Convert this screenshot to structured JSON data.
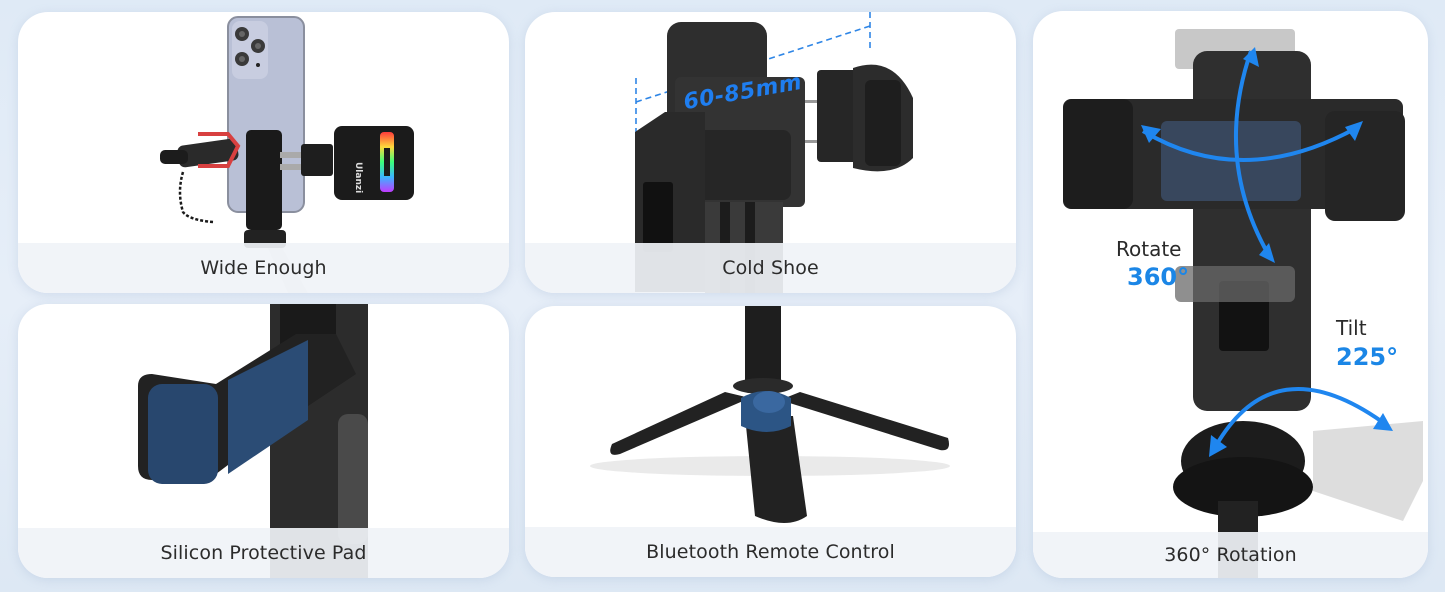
{
  "page": {
    "background": "#e2ecf7",
    "accent_color": "#1b86e6"
  },
  "panels": [
    {
      "id": "wide-enough",
      "caption": "Wide Enough",
      "image_description": "phone mounted on holder with microphone and RGB LED light attached",
      "light_brand": "Ulanzi"
    },
    {
      "id": "cold-shoe",
      "caption": "Cold Shoe",
      "image_description": "phone clamp extended showing adjustable width",
      "dimension_label": "60-85mm"
    },
    {
      "id": "rotation",
      "caption": "360° Rotation",
      "image_description": "phone clamp with rotation and tilt arrows",
      "rotate_label": "Rotate",
      "rotate_value": "360°",
      "tilt_label": "Tilt",
      "tilt_value": "225°"
    },
    {
      "id": "silicon-pad",
      "caption": "Silicon Protective Pad",
      "image_description": "close-up of clamp jaw with blue silicone pads"
    },
    {
      "id": "bluetooth-remote",
      "caption": "Bluetooth Remote Control",
      "image_description": "tripod legs with detachable blue bluetooth remote"
    }
  ]
}
